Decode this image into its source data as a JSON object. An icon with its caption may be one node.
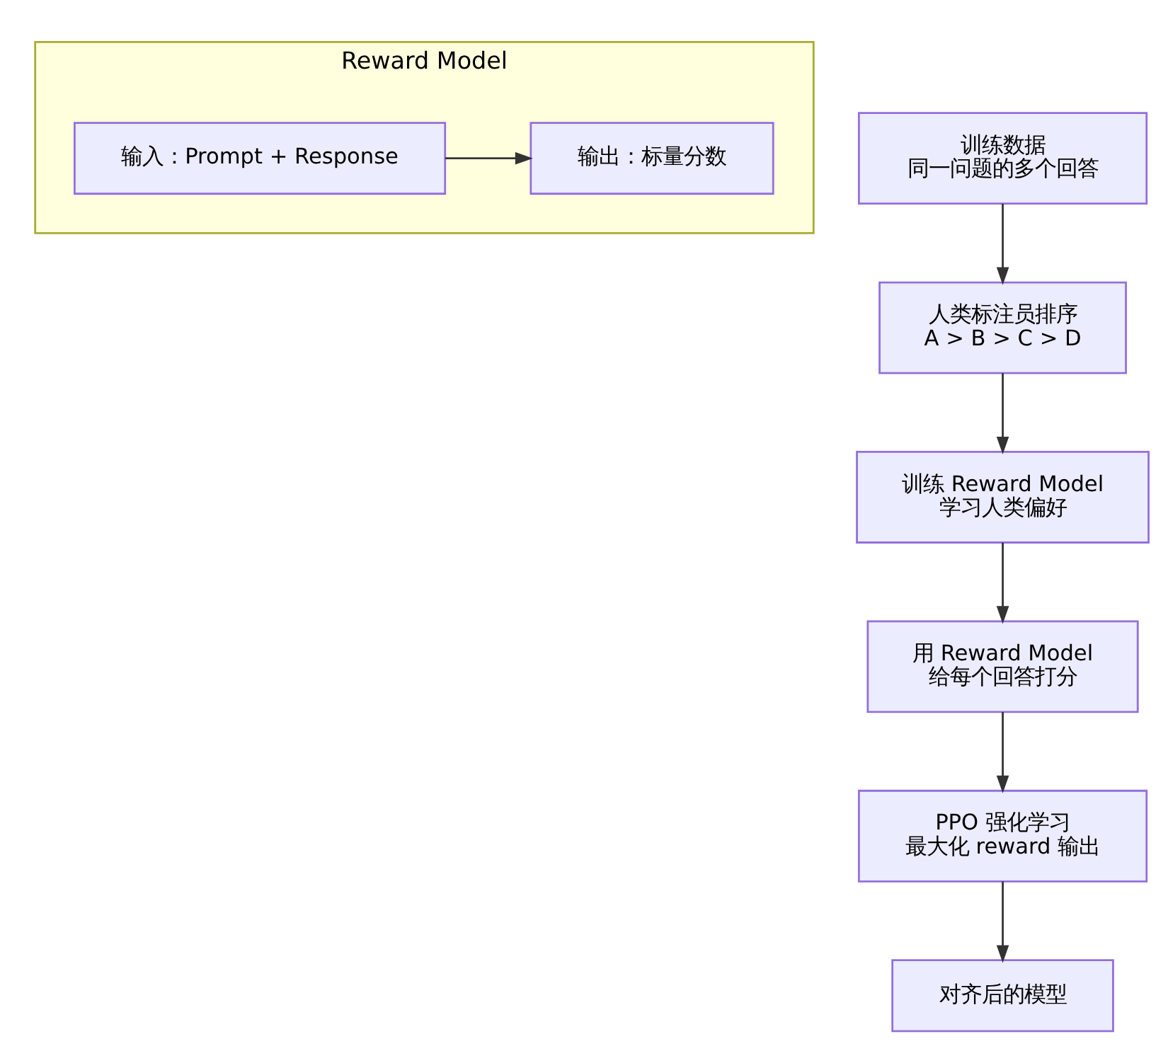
{
  "diagram": {
    "nodes": [
      {
        "text": [
          "Reward Model"
        ]
      },
      {
        "text": [
          "输入：Prompt + Response"
        ],
        "in": 0
      },
      {
        "text": [
          "输出：标量分数"
        ],
        "in": 0
      },
      {
        "text": [
          "训练数据",
          "同一问题的多个回答"
        ]
      },
      {
        "text": [
          "人类标注员排序",
          "A > B > C > D"
        ]
      },
      {
        "text": [
          "训练 Reward Model",
          "学习人类偏好"
        ]
      },
      {
        "text": [
          "用 Reward Model",
          "给每个回答打分"
        ]
      },
      {
        "text": [
          "PPO 强化学习",
          "最大化 reward 输出"
        ]
      },
      {
        "text": [
          "对齐后的模型"
        ]
      }
    ],
    "edges": [
      {
        "from": 1,
        "to": 2,
        "arrow": "to"
      },
      {
        "from": 3,
        "to": 4,
        "arrow": "to"
      },
      {
        "from": 4,
        "to": 5,
        "arrow": "to"
      },
      {
        "from": 5,
        "to": 6,
        "arrow": "to"
      },
      {
        "from": 6,
        "to": 7,
        "arrow": "to"
      },
      {
        "from": 7,
        "to": 8,
        "arrow": "to"
      }
    ]
  }
}
